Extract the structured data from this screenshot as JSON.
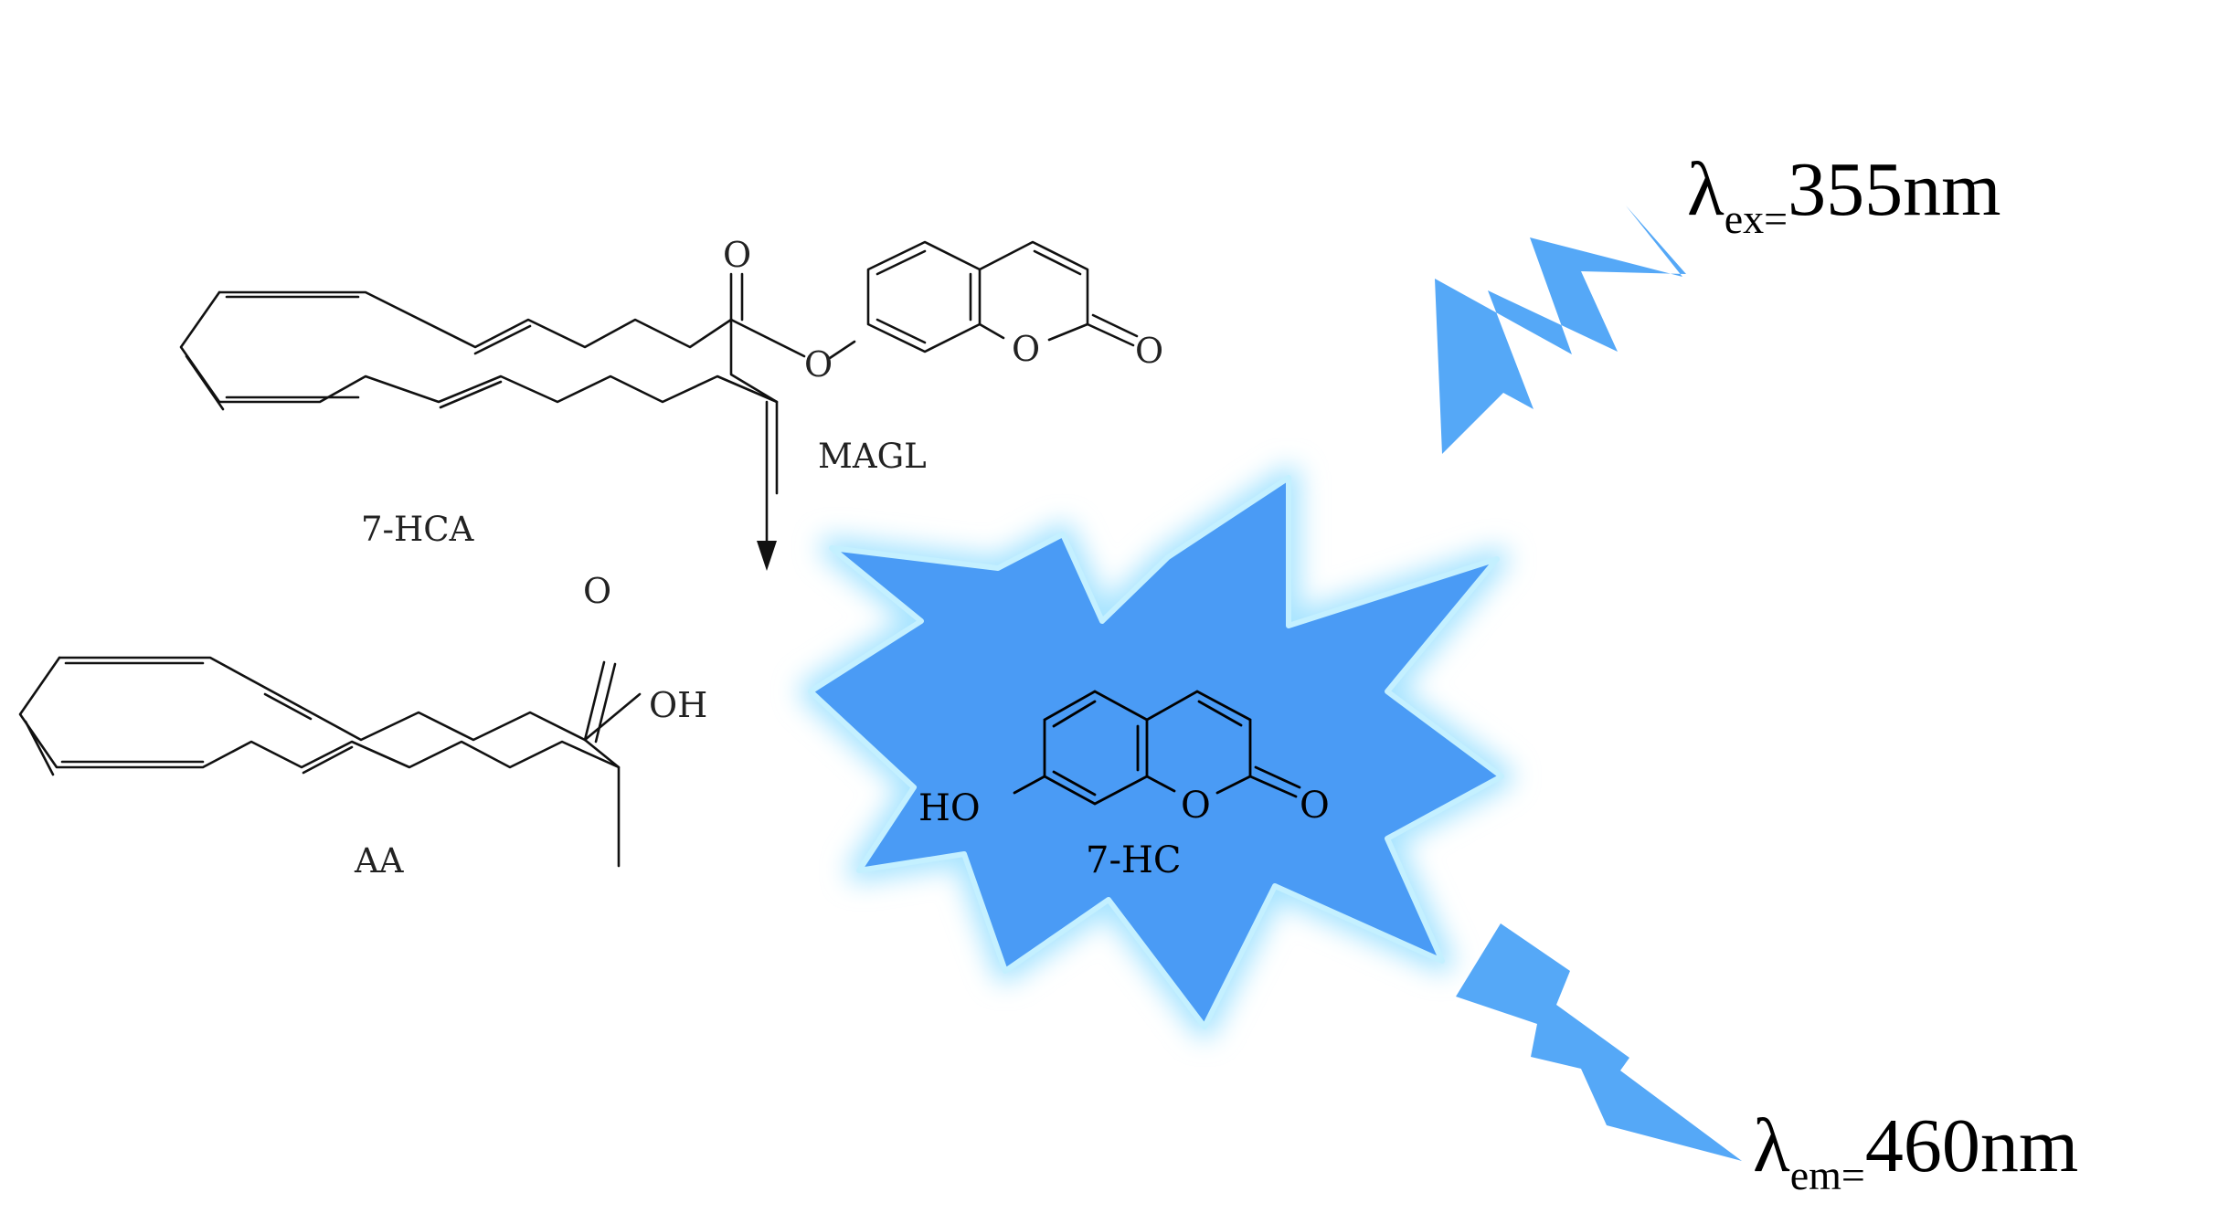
{
  "colors": {
    "burst_fill": "#4a9bf5",
    "burst_glow": "#a8e4ff",
    "bolt_fill": "#55a8f7",
    "line": "#111111"
  },
  "reaction": {
    "substrate_name": "7-HCA",
    "enzyme": "MAGL",
    "product_acid_name": "AA",
    "product_fluor_name": "7-HC"
  },
  "atoms": {
    "substrate_ester_o": "O",
    "substrate_carbonyl_o": "O",
    "substrate_ring_o": "O",
    "substrate_lactone_o": "O",
    "acid_carbonyl_o": "O",
    "acid_oh": "OH",
    "fluor_ho": "HO",
    "fluor_ring_o": "O",
    "fluor_lactone_o": "O"
  },
  "excitation": {
    "lambda": "λ",
    "subscript": "ex=",
    "value": "355nm"
  },
  "emission": {
    "lambda": "λ",
    "subscript": "em=",
    "value": "460nm"
  },
  "icons": {
    "burst": "starburst-icon",
    "bolt_excitation": "lightning-bolt-icon",
    "bolt_emission": "lightning-bolt-icon"
  }
}
